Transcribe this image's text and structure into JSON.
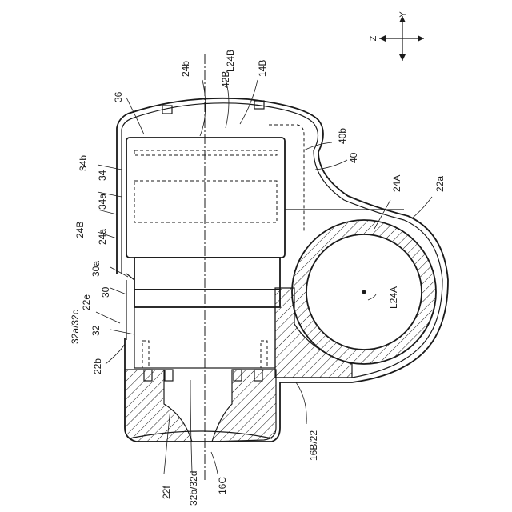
{
  "axes": {
    "y": "Y",
    "z": "Z"
  },
  "labels": {
    "l24b": "L24B",
    "r24b_top": "24b",
    "r42b": "42B",
    "r14b": "14B",
    "r36": "36",
    "r40b": "40b",
    "r40": "40",
    "r24a": "24A",
    "r22a": "22a",
    "r34b": "34b",
    "r34": "34",
    "r34a": "34a",
    "r24b_side": "24B",
    "r24a_side": "24a",
    "r30a": "30a",
    "r30": "30",
    "r22e": "22e",
    "r32a32c": "32a/32c",
    "r32": "32",
    "r22b": "22b",
    "l24a": "L24A",
    "r16b22": "16B/22",
    "r22f": "22f",
    "r32b32d": "32b/32d",
    "r16c": "16C"
  }
}
